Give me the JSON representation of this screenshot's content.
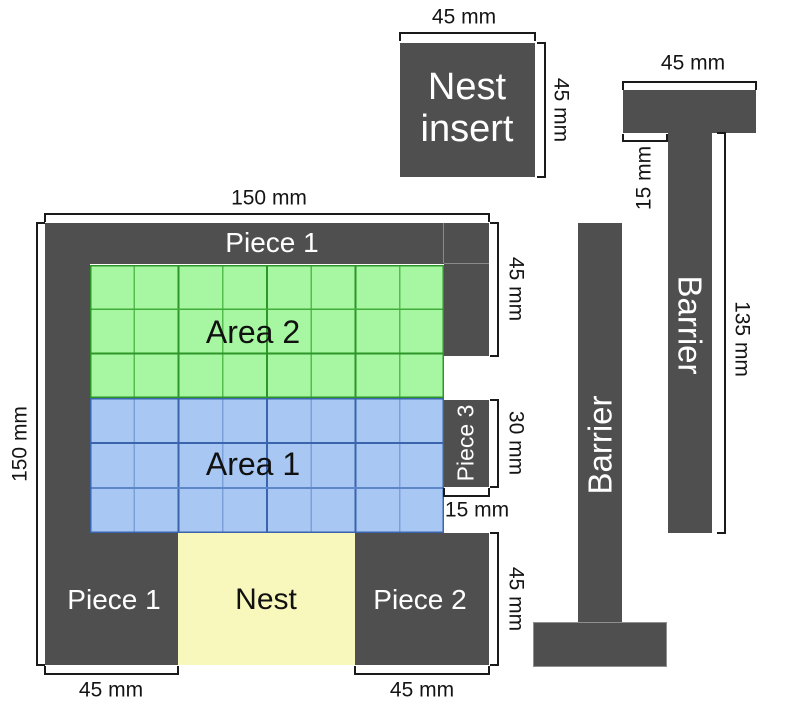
{
  "apparatus": {
    "labels": {
      "piece1_top": "Piece 1",
      "piece1_bottom": "Piece 1",
      "piece2": "Piece 2",
      "piece3": "Piece 3",
      "area1": "Area 1",
      "area2": "Area 2",
      "nest": "Nest"
    },
    "dimensions": {
      "width": "150 mm",
      "height": "150 mm",
      "right_upper": "45 mm",
      "piece3_height": "30 mm",
      "piece3_width": "15 mm",
      "piece2_height": "45 mm",
      "piece1_bottom_width": "45 mm",
      "piece2_bottom_width": "45 mm"
    }
  },
  "nest_insert": {
    "line1": "Nest",
    "line2": "insert",
    "width": "45 mm",
    "height": "45 mm"
  },
  "barrier_right": {
    "label": "Barrier",
    "top_width": "45 mm",
    "stem_offset": "15 mm",
    "length": "135 mm"
  },
  "barrier_middle": {
    "label": "Barrier"
  },
  "colors": {
    "dark_gray": "#4f4f4f",
    "green_fill": "#a7f6a1",
    "green_grid_minor": "#54bd4e",
    "green_grid_major": "#2c9629",
    "blue_fill": "#a8c8f3",
    "blue_grid_minor": "#7b9fd9",
    "blue_grid_major": "#3a64ab",
    "nest_yellow": "#f8f8bd",
    "dimension_line": "#1a1a1a",
    "label_white": "#ffffff"
  }
}
